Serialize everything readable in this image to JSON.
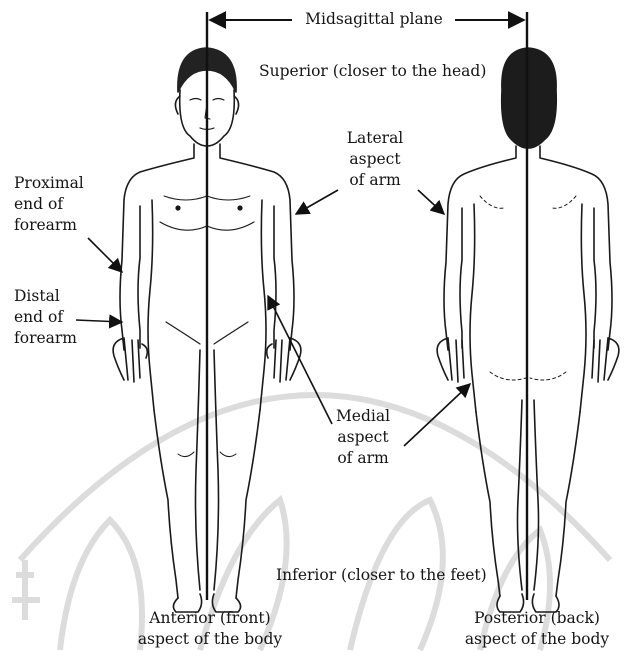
{
  "title": "Midsagittal plane",
  "labels": {
    "superior": "Superior (closer to the head)",
    "inferior": "Inferior (closer to the feet)",
    "lateral": [
      "Lateral",
      "aspect",
      "of arm"
    ],
    "medial": [
      "Medial",
      "aspect",
      "of arm"
    ],
    "proximal": [
      "Proximal",
      "end of",
      "forearm"
    ],
    "distal": [
      "Distal",
      "end of",
      "forearm"
    ],
    "anterior": [
      "Anterior (front)",
      "aspect of the body"
    ],
    "posterior": [
      "Posterior (back)",
      "aspect of the body"
    ]
  },
  "colors": {
    "ink": "#111111",
    "hair": "#1a1a1a",
    "watermark": "#cfcfcf"
  }
}
